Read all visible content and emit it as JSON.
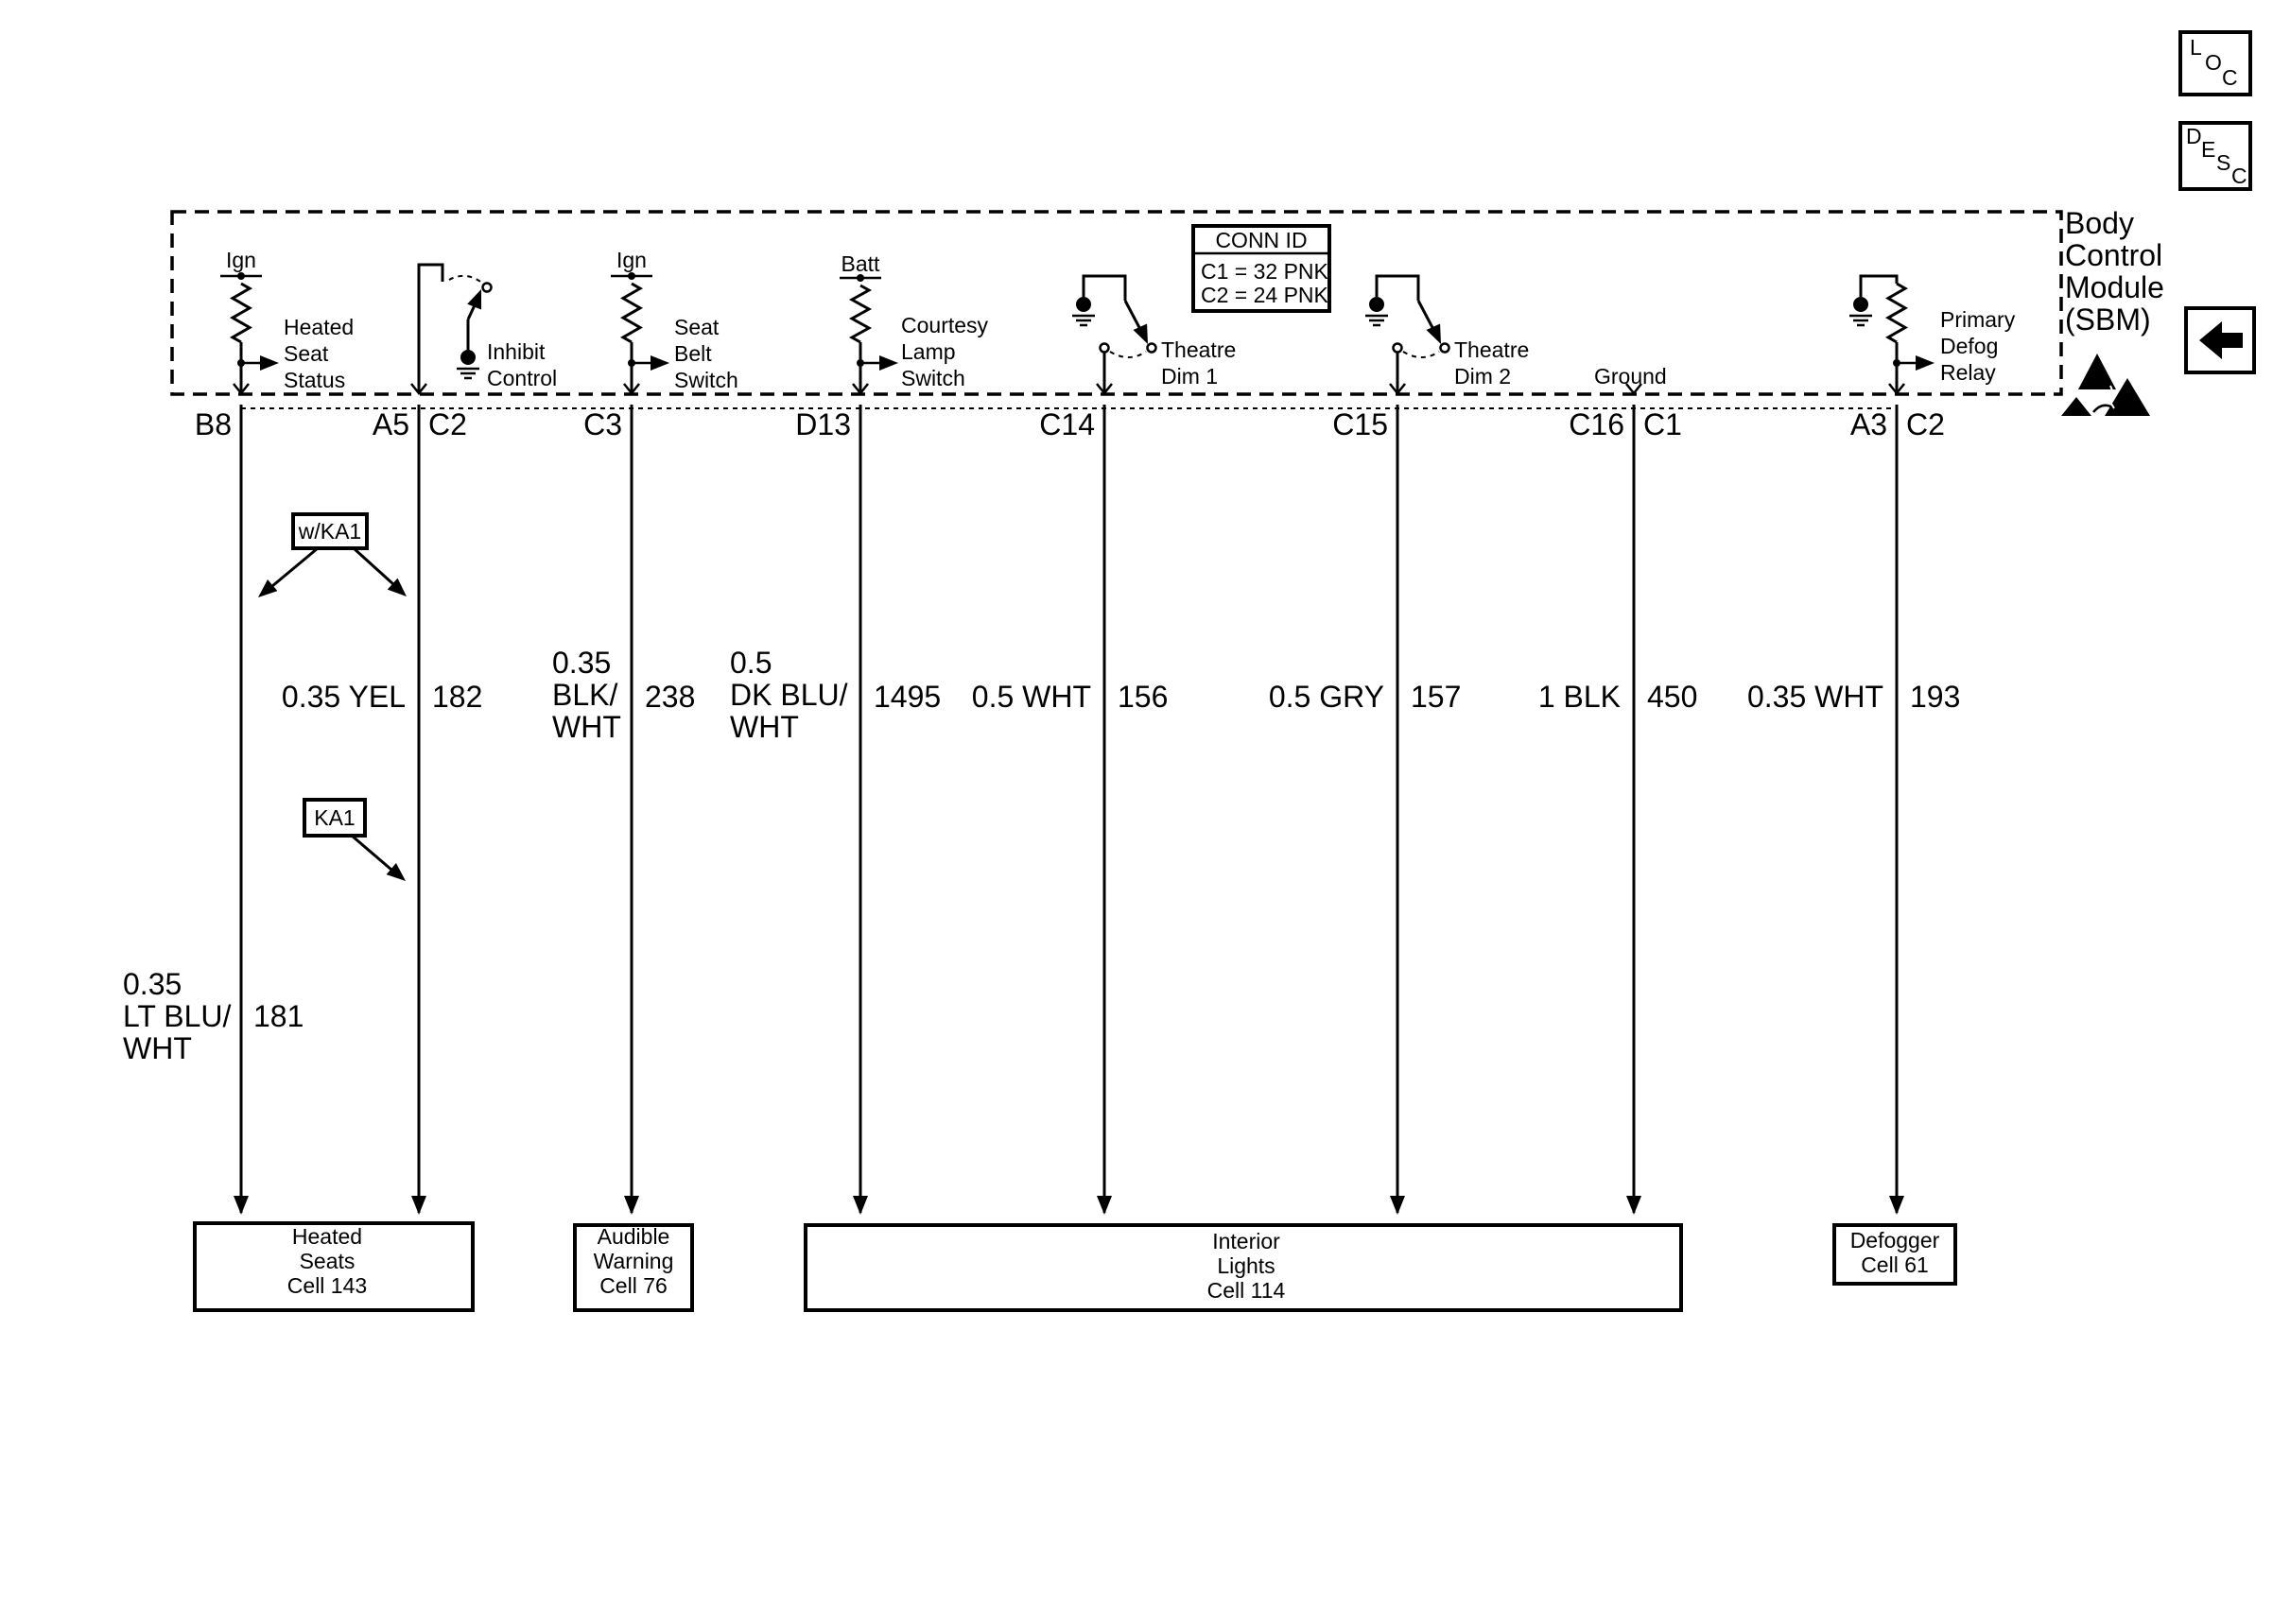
{
  "module": {
    "line1": "Body",
    "line2": "Control",
    "line3": "Module",
    "line4": "(SBM)"
  },
  "nav": {
    "loc": [
      "L",
      "O",
      "C"
    ],
    "desc": [
      "D",
      "E",
      "S",
      "C"
    ],
    "back_icon": "left-arrow-icon",
    "esd_icon": "esd-warning-icon"
  },
  "conn_id": {
    "title": "CONN ID",
    "rows": [
      "C1 = 32 PNK",
      "C2 = 24 PNK"
    ]
  },
  "inputs": {
    "heated_seat_status": {
      "source": "Ign",
      "label": [
        "Heated",
        "Seat",
        "Status"
      ]
    },
    "inhibit_control": {
      "label": [
        "Inhibit",
        "Control"
      ]
    },
    "seat_belt_switch": {
      "source": "Ign",
      "label": [
        "Seat",
        "Belt",
        "Switch"
      ]
    },
    "courtesy_lamp_switch": {
      "source": "Batt",
      "label": [
        "Courtesy",
        "Lamp",
        "Switch"
      ]
    },
    "theatre_dim_1": {
      "label": [
        "Theatre",
        "Dim 1"
      ]
    },
    "theatre_dim_2": {
      "label": [
        "Theatre",
        "Dim 2"
      ]
    },
    "ground": {
      "label": "Ground"
    },
    "primary_defog_relay": {
      "label": [
        "Primary",
        "Defog",
        "Relay"
      ]
    }
  },
  "pins": [
    {
      "pin": "B8",
      "connector": ""
    },
    {
      "pin": "A5",
      "connector": "C2"
    },
    {
      "pin": "C3",
      "connector": ""
    },
    {
      "pin": "D13",
      "connector": ""
    },
    {
      "pin": "C14",
      "connector": ""
    },
    {
      "pin": "C15",
      "connector": ""
    },
    {
      "pin": "C16",
      "connector": "C1"
    },
    {
      "pin": "A3",
      "connector": "C2"
    }
  ],
  "wires": [
    {
      "spec": [
        "0.35",
        "LT BLU/",
        "WHT"
      ],
      "circuit": "181"
    },
    {
      "spec": [
        "0.35 YEL"
      ],
      "circuit": "182"
    },
    {
      "spec": [
        "0.35",
        "BLK/",
        "WHT"
      ],
      "circuit": "238"
    },
    {
      "spec": [
        "0.5",
        "DK BLU/",
        "WHT"
      ],
      "circuit": "1495"
    },
    {
      "spec": [
        "0.5 WHT"
      ],
      "circuit": "156"
    },
    {
      "spec": [
        "0.5 GRY"
      ],
      "circuit": "157"
    },
    {
      "spec": [
        "1 BLK"
      ],
      "circuit": "450"
    },
    {
      "spec": [
        "0.35 WHT"
      ],
      "circuit": "193"
    }
  ],
  "options": {
    "with_ka1": "w/KA1",
    "ka1": "KA1"
  },
  "destinations": [
    {
      "lines": [
        "Heated",
        "Seats",
        "Cell 143"
      ]
    },
    {
      "lines": [
        "Audible",
        "Warning",
        "Cell 76"
      ]
    },
    {
      "lines": [
        "Interior",
        "Lights",
        "Cell 114"
      ]
    },
    {
      "lines": [
        "Defogger",
        "Cell 61"
      ]
    }
  ]
}
